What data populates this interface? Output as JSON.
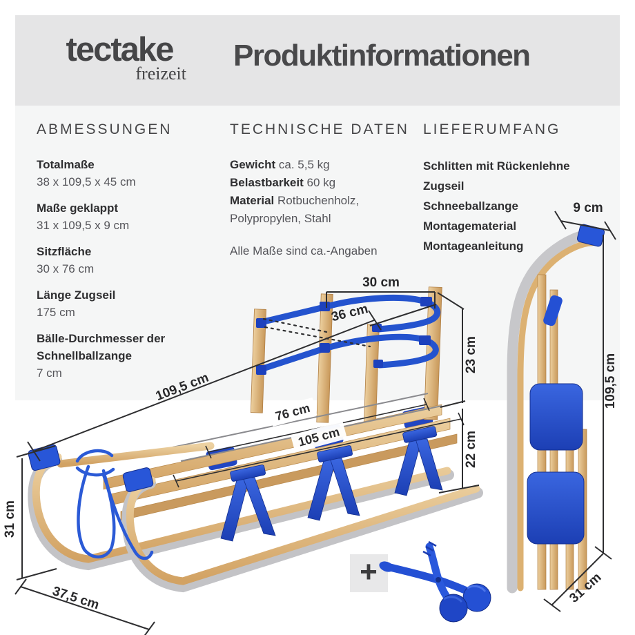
{
  "header": {
    "logo_primary": "tectake",
    "logo_secondary": "freizeit",
    "title": "Produktinformationen"
  },
  "sections": {
    "dimensions": {
      "heading": "ABMESSUNGEN",
      "items": [
        {
          "label": "Totalmaße",
          "value": "38 x 109,5 x 45 cm"
        },
        {
          "label": "Maße geklappt",
          "value": "31 x 109,5 x 9 cm"
        },
        {
          "label": "Sitzfläche",
          "value": "30 x 76 cm"
        },
        {
          "label": "Länge Zugseil",
          "value": "175 cm"
        },
        {
          "label": "Bälle-Durchmesser der Schnellballzange",
          "value": "7 cm"
        }
      ]
    },
    "technical": {
      "heading": "TECHNISCHE DATEN",
      "rows": [
        {
          "label": "Gewicht",
          "value": "ca. 5,5 kg"
        },
        {
          "label": "Belastbarkeit",
          "value": "60 kg"
        },
        {
          "label": "Material",
          "value": "Rotbuchenholz, Polypropylen, Stahl"
        }
      ],
      "note": "Alle Maße sind ca.-Angaben"
    },
    "scope": {
      "heading": "LIEFERUMFANG",
      "items": [
        "Schlitten mit Rückenlehne",
        "Zugseil",
        "Schneeballzange",
        "Montagematerial",
        "Montageanleitung"
      ]
    }
  },
  "diagram": {
    "sled_annotations": {
      "backrest_width": "30 cm",
      "backrest_inner_width": "36 cm",
      "backrest_height": "23 cm",
      "seat_height": "22 cm",
      "total_length": "109,5 cm",
      "seat_length": "76 cm",
      "runner_length": "105 cm",
      "front_height": "31 cm",
      "width": "37,5 cm"
    },
    "folded_annotations": {
      "depth": "9 cm",
      "height": "109,5 cm",
      "width": "31 cm"
    },
    "plus_sign": "+"
  },
  "colors": {
    "header_bg": "#e5e5e6",
    "panel_bg": "#f5f6f6",
    "text_dark": "#2f2f31",
    "text_mid": "#55555a",
    "wood": "#ddb172",
    "wood_light": "#ecd0a0",
    "wood_dark": "#b9854e",
    "blue": "#2450d4",
    "blue_dark": "#19359c",
    "silver": "#c7c7ca",
    "dimension_line": "#2e2e30"
  }
}
